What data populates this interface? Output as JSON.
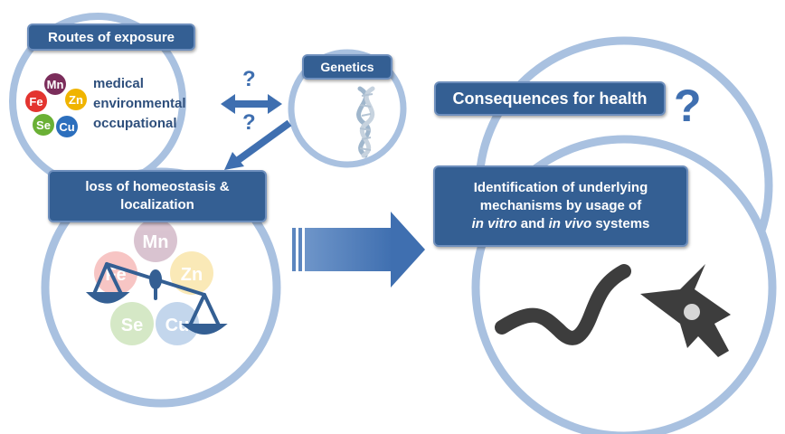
{
  "boxes": {
    "routes": "Routes of exposure",
    "genetics": "Genetics",
    "loss_line1": "loss of homeostasis &",
    "loss_line2": "localization",
    "consequences": "Consequences for health",
    "ident_line1": "Identification of underlying",
    "ident_line2": "mechanisms by usage of",
    "ident_line3_a": "in vitro",
    "ident_line3_b": " and ",
    "ident_line3_c": "in vivo",
    "ident_line3_d": " systems"
  },
  "routes_list": [
    "medical",
    "environmental",
    "occupational"
  ],
  "question_marks": [
    "?",
    "?",
    "?"
  ],
  "elements": [
    {
      "symbol": "Mn",
      "color": "#7b2d5b"
    },
    {
      "symbol": "Fe",
      "color": "#e3342f"
    },
    {
      "symbol": "Zn",
      "color": "#f0b400"
    },
    {
      "symbol": "Se",
      "color": "#6ab035"
    },
    {
      "symbol": "Cu",
      "color": "#2c6fbd"
    }
  ],
  "colors": {
    "circle_stroke": "#a9c1e0",
    "box_fill": "#345f93",
    "arrow": "#3a67a3",
    "organism": "#3d3d3d"
  },
  "icons": [
    "dna-helix-icon",
    "balance-scale-icon",
    "worm-organism-icon",
    "cell-organism-icon"
  ]
}
